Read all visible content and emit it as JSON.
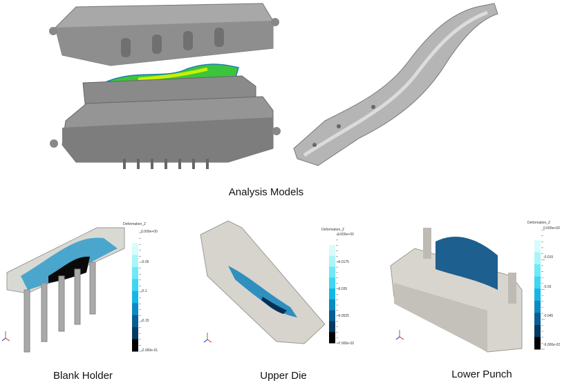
{
  "figure": {
    "top_caption": "Analysis Models",
    "panels": [
      {
        "caption": "Blank Holder",
        "colorbar": {
          "title": "Deformation_Z",
          "labels": [
            "0.000e+00",
            "-0.05",
            "-0.1",
            "-0.15",
            "-2.000e-01"
          ]
        }
      },
      {
        "caption": "Upper Die",
        "colorbar": {
          "title": "Deformation_Z",
          "labels": [
            "0.000e+00",
            "-0.0175",
            "-0.035",
            "-0.0525",
            "-7.000e-02"
          ]
        }
      },
      {
        "caption": "Lower Punch",
        "colorbar": {
          "title": "Deformation_Z",
          "labels": [
            "0.000e+00",
            "-0.015",
            "-0.03",
            "-0.045",
            "-6.000e-02"
          ]
        }
      }
    ],
    "colormap": [
      "#d8fbfb",
      "#a9f5f8",
      "#6fe9f5",
      "#3fd6f0",
      "#14b6e6",
      "#0a8cc2",
      "#075f93",
      "#053a63",
      "#000000"
    ],
    "model_gray": "#9a9a9a"
  }
}
